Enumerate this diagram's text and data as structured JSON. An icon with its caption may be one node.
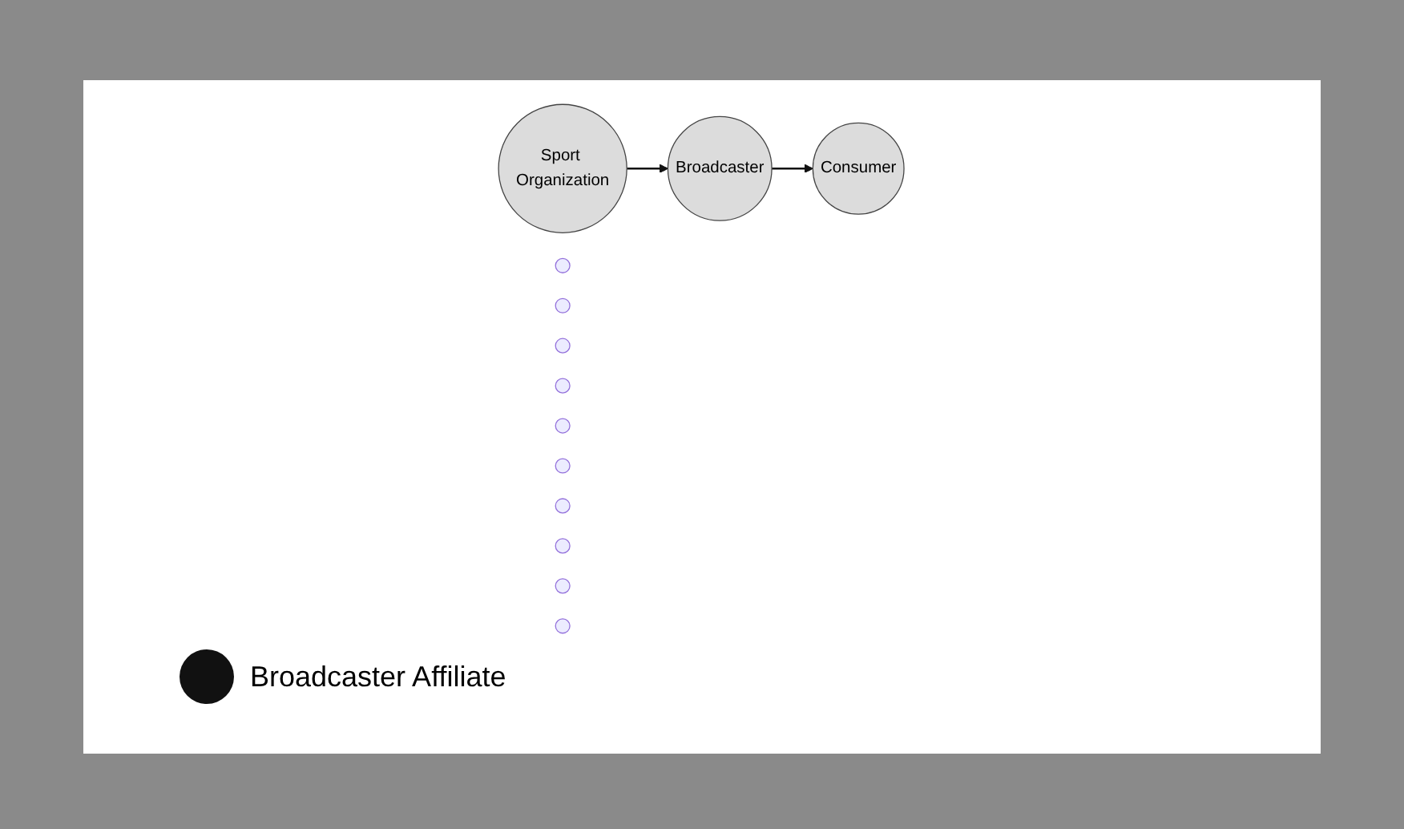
{
  "diagram": {
    "nodes": [
      {
        "text": [
          "Sport Organization"
        ]
      },
      {
        "text": [
          "Broadcaster"
        ]
      },
      {
        "text": [
          "Consumer"
        ]
      },
      {
        "text": [],
        "shape": "circle"
      },
      {
        "text": [],
        "shape": "circle"
      },
      {
        "text": [],
        "shape": "circle"
      },
      {
        "text": [],
        "shape": "circle"
      },
      {
        "text": [],
        "shape": "circle"
      },
      {
        "text": [],
        "shape": "circle"
      },
      {
        "text": [],
        "shape": "circle"
      },
      {
        "text": [],
        "shape": "circle"
      },
      {
        "text": [],
        "shape": "circle"
      },
      {
        "text": [],
        "shape": "circle"
      }
    ],
    "edges": [
      {
        "from": 0,
        "to": 1,
        "arrow": "to"
      },
      {
        "from": 1,
        "to": 2,
        "arrow": "to"
      }
    ],
    "legend": [
      {
        "text": "Broadcaster Affiliate"
      }
    ]
  }
}
